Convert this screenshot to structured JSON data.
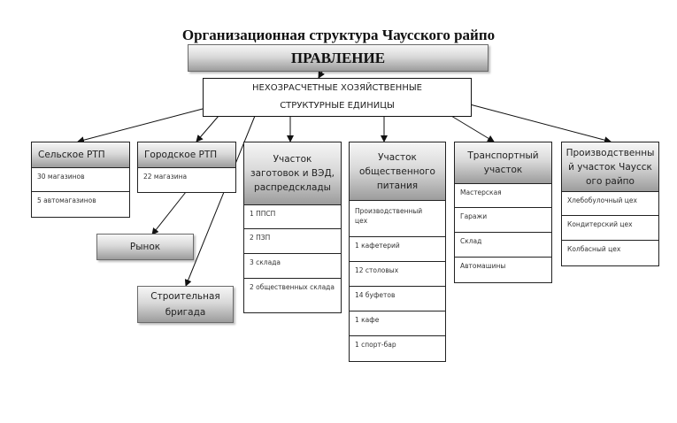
{
  "title": "Организационная структура Чаусского райпо",
  "board": {
    "label": "ПРАВЛЕНИЕ"
  },
  "units": {
    "line1": "НЕХОЗРАСЧЕТНЫЕ ХОЗЯЙСТВЕННЫЕ",
    "line2": "СТРУКТУРНЫЕ ЕДИНИЦЫ"
  },
  "columns": [
    {
      "title": "Сельское РТП",
      "items": [
        "30 магазинов",
        "5 автомагазинов"
      ]
    },
    {
      "title": "Городское РТП",
      "items": [
        "22 магазина"
      ]
    },
    {
      "title": "Участок заготовок и ВЭД, распредсклады",
      "items": [
        "1 ППСП",
        "2 ПЗП",
        "3 склада",
        "2 общественных склада"
      ]
    },
    {
      "title": "Участок общественного питания",
      "items": [
        "Производственный цех",
        "1 кафетерий",
        "12 столовых",
        "14 буфетов",
        "1 кафе",
        "1 спорт-бар"
      ]
    },
    {
      "title": "Транспортный участок",
      "items": [
        "Мастерская",
        "Гаражи",
        "Склад",
        "Автомашины"
      ]
    },
    {
      "title": "Производственный участок Чаусского райпо",
      "items": [
        "Хлебобулочный цех",
        "Кондитерский цех",
        "Колбасный цех"
      ]
    }
  ],
  "floating": {
    "market": "Рынок",
    "construction": "Строительная бригада"
  }
}
